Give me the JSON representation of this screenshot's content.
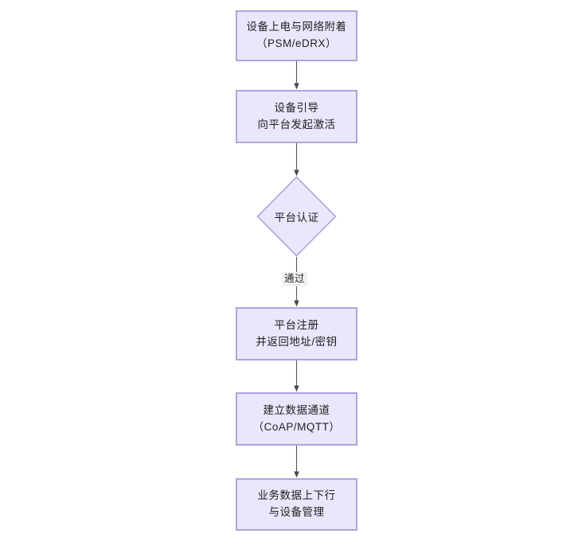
{
  "diagram": {
    "type": "flowchart",
    "orientation": "top-to-bottom",
    "theme": {
      "node_fill": "#E9E7FB",
      "node_border": "#B3A2DD",
      "edge_color": "#595959",
      "text_color": "#1f1f1f",
      "edge_label_bg": "#f2f2f2",
      "background": "#ffffff"
    },
    "nodes": [
      {
        "id": "power-on",
        "shape": "rectangle",
        "line1": "设备上电与网络附着",
        "line2": "（PSM/eDRX）"
      },
      {
        "id": "bootstrap",
        "shape": "rectangle",
        "line1": "设备引导",
        "line2": "向平台发起激活"
      },
      {
        "id": "platform-auth",
        "shape": "diamond",
        "line1": "平台认证",
        "line2": ""
      },
      {
        "id": "platform-register",
        "shape": "rectangle",
        "line1": "平台注册",
        "line2": "并返回地址/密钥"
      },
      {
        "id": "data-channel",
        "shape": "rectangle",
        "line1": "建立数据通道",
        "line2": "（CoAP/MQTT）"
      },
      {
        "id": "service-data",
        "shape": "rectangle",
        "line1": "业务数据上下行",
        "line2": "与设备管理"
      }
    ],
    "edges": [
      {
        "id": "e1",
        "from": "power-on",
        "to": "bootstrap",
        "label": ""
      },
      {
        "id": "e2",
        "from": "bootstrap",
        "to": "platform-auth",
        "label": ""
      },
      {
        "id": "e3",
        "from": "platform-auth",
        "to": "platform-register",
        "label": "通过"
      },
      {
        "id": "e4",
        "from": "platform-register",
        "to": "data-channel",
        "label": ""
      },
      {
        "id": "e5",
        "from": "data-channel",
        "to": "service-data",
        "label": ""
      }
    ]
  }
}
